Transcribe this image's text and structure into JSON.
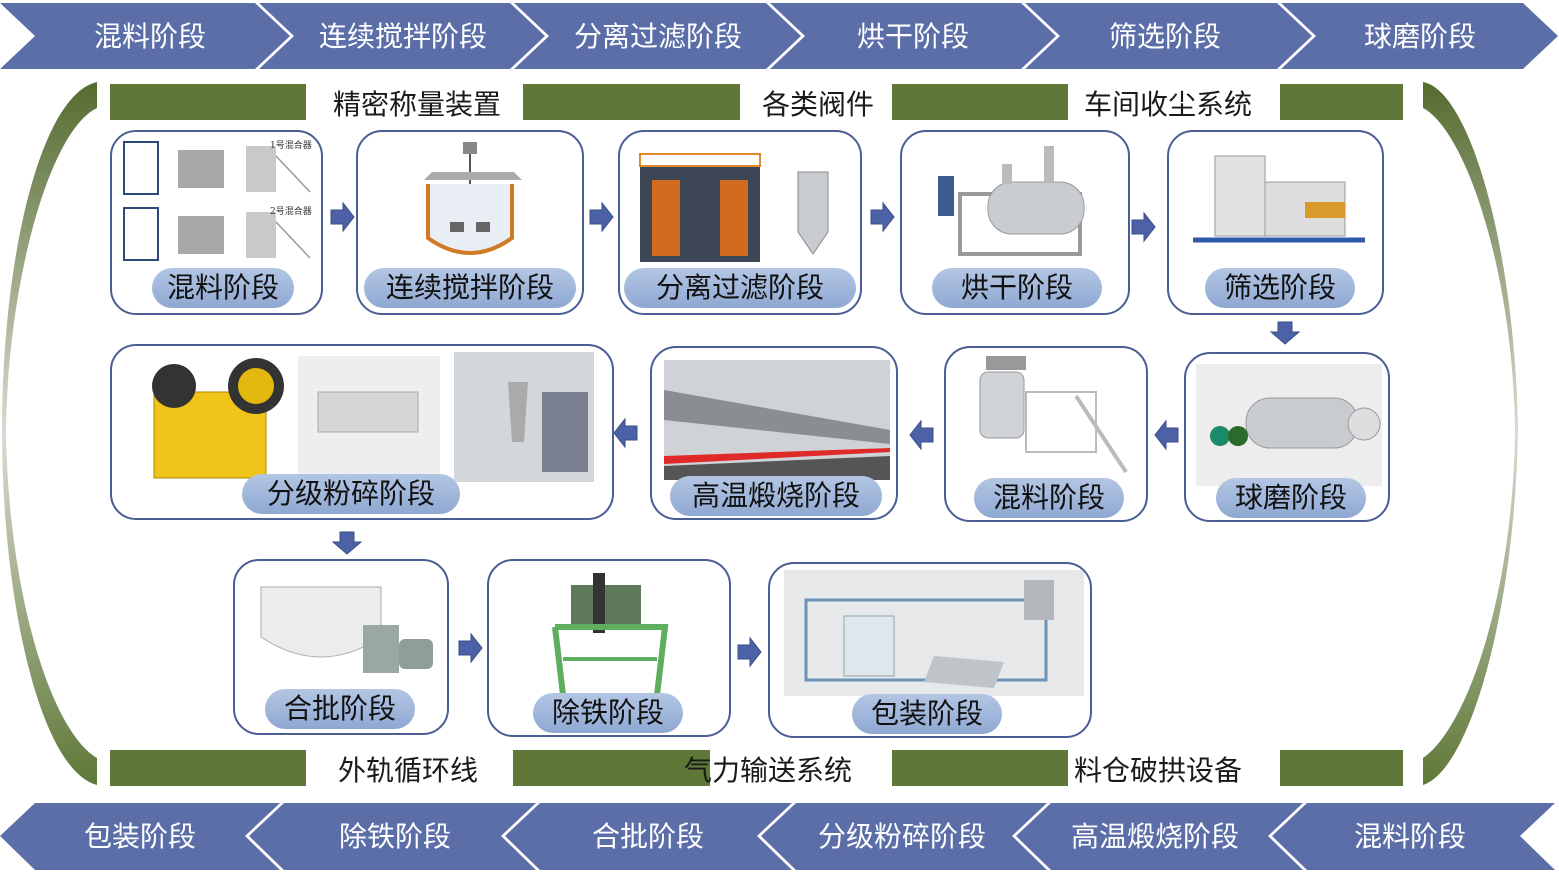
{
  "colors": {
    "chevron_fill": "#5b6ea8",
    "green_band": "#5f7837",
    "card_border": "#4a5d94",
    "pill_fill": "#9fb5db",
    "arrow_fill": "#4d62a6"
  },
  "top_banner": {
    "direction": "right",
    "items": [
      "混料阶段",
      "连续搅拌阶段",
      "分离过滤阶段",
      "烘干阶段",
      "筛选阶段",
      "球磨阶段"
    ]
  },
  "bottom_banner": {
    "direction": "left",
    "items": [
      "包装阶段",
      "除铁阶段",
      "合批阶段",
      "分级粉碎阶段",
      "高温煅烧阶段",
      "混料阶段"
    ]
  },
  "top_legend": [
    "精密称量装置",
    "各类阀件",
    "车间收尘系统"
  ],
  "bottom_legend": [
    "外轨循环线",
    "气力输送系统",
    "料仓破拱设备"
  ],
  "row1": [
    {
      "label": "混料阶段",
      "image": "weighing-and-mixer-equipment",
      "captions": [
        "1号混合器",
        "2号混合器"
      ]
    },
    {
      "label": "连续搅拌阶段",
      "image": "stirred-tank-diagram"
    },
    {
      "label": "分离过滤阶段",
      "image": "filter-press-and-filter-vessel"
    },
    {
      "label": "烘干阶段",
      "image": "vacuum-dryer"
    },
    {
      "label": "筛选阶段",
      "image": "screening-machine"
    }
  ],
  "row2": [
    {
      "label": "分级粉碎阶段",
      "image": "jaw-crusher-roller-mill-jet-mill"
    },
    {
      "label": "高温煅烧阶段",
      "image": "roller-kiln"
    },
    {
      "label": "混料阶段",
      "image": "mixing-tank-platform"
    },
    {
      "label": "球磨阶段",
      "image": "ball-mill"
    }
  ],
  "row3": [
    {
      "label": "合批阶段",
      "image": "ribbon-blender"
    },
    {
      "label": "除铁阶段",
      "image": "electromagnetic-iron-remover"
    },
    {
      "label": "包装阶段",
      "image": "automatic-packaging-line"
    }
  ],
  "flow_arrows": [
    "right",
    "right",
    "right",
    "right",
    "down",
    "left",
    "left",
    "left",
    "down",
    "right",
    "right"
  ]
}
